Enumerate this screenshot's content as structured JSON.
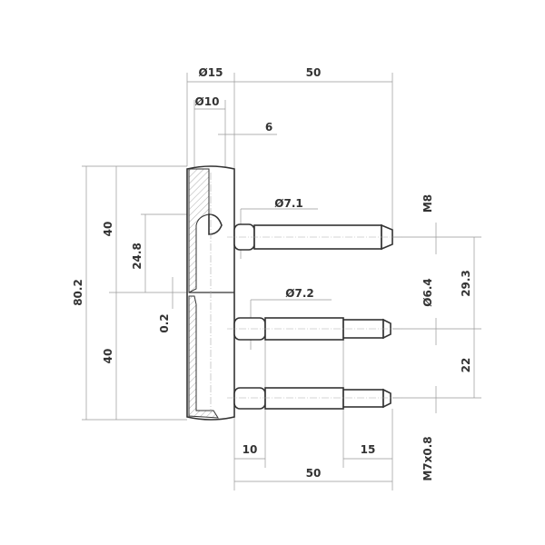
{
  "drawing": {
    "dimensions": {
      "body_diameter": "Ø15",
      "inner_diameter": "Ø10",
      "offset": "6",
      "pin_length_top": "50",
      "pin_length_bottom": "50",
      "total_height": "80.2",
      "upper_half": "40",
      "lower_half": "40",
      "pin_height": "24.8",
      "gap": "0.2",
      "pin1_diameter": "Ø7.1",
      "pin2_diameter": "Ø7.2",
      "thread_top": "M8",
      "thread_bottom": "M7x0.8",
      "pin_diameter_small": "Ø6.4",
      "pin_spacing_1": "29.3",
      "pin_spacing_2": "22",
      "head_length": "10",
      "tip_length": "15"
    }
  }
}
